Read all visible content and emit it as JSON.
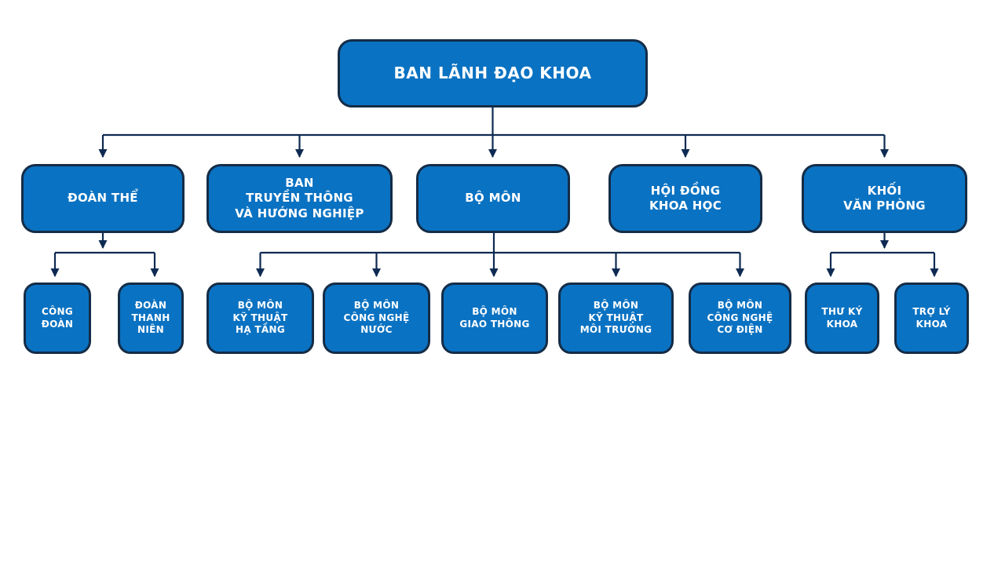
{
  "title": "Faculty organization chart",
  "colors": {
    "box_fill": "#0a72c2",
    "box_border": "#142c47",
    "connector": "#0e2a52",
    "text": "#ffffff",
    "background": "#ffffff"
  },
  "nodes": {
    "root": {
      "label": "BAN LÃNH ĐẠO KHOA"
    },
    "doan_the": {
      "label": "ĐOÀN THỂ",
      "lines": [
        "ĐOÀN THỂ"
      ]
    },
    "ban_truyen_thong": {
      "label": "BAN TRUYỀN THÔNG VÀ HƯỚNG NGHIỆP",
      "lines": [
        "BAN",
        "TRUYỀN THÔNG",
        "VÀ HƯỚNG NGHIỆP"
      ]
    },
    "bo_mon": {
      "label": "BỘ MÔN",
      "lines": [
        "BỘ MÔN"
      ]
    },
    "hoi_dong_khoa_hoc": {
      "label": "HỘI ĐỒNG KHOA HỌC",
      "lines": [
        "HỘI ĐỒNG",
        "KHOA HỌC"
      ]
    },
    "khoi_van_phong": {
      "label": "KHỐI VĂN PHÒNG",
      "lines": [
        "KHỐI",
        "VĂN PHÒNG"
      ]
    },
    "cong_doan": {
      "label": "CÔNG ĐOÀN",
      "lines": [
        "CÔNG",
        "ĐOÀN"
      ]
    },
    "doan_thanh_nien": {
      "label": "ĐOÀN THANH NIÊN",
      "lines": [
        "ĐOÀN",
        "THANH",
        "NIÊN"
      ]
    },
    "bm_ky_thuat_ha_tang": {
      "label": "BỘ MÔN KỸ THUẬT HẠ TẦNG",
      "lines": [
        "BỘ MÔN",
        "KỸ THUẬT",
        "HẠ TẦNG"
      ]
    },
    "bm_cong_nghe_nuoc": {
      "label": "BỘ MÔN CÔNG NGHỆ NƯỚC",
      "lines": [
        "BỘ MÔN",
        "CÔNG NGHỆ",
        "NƯỚC"
      ]
    },
    "bm_giao_thong": {
      "label": "BỘ MÔN GIAO THÔNG",
      "lines": [
        "BỘ MÔN",
        "GIAO THÔNG"
      ]
    },
    "bm_ky_thuat_moi_truong": {
      "label": "BỘ MÔN KỸ THUẬT MÔI TRƯỜNG",
      "lines": [
        "BỘ MÔN",
        "KỸ THUẬT",
        "MÔI TRƯỜNG"
      ]
    },
    "bm_cong_nghe_co_dien": {
      "label": "BỘ MÔN CÔNG NGHỆ CƠ ĐIỆN",
      "lines": [
        "BỘ MÔN",
        "CÔNG NGHỆ",
        "CƠ ĐIỆN"
      ]
    },
    "thu_ky_khoa": {
      "label": "THƯ KÝ KHOA",
      "lines": [
        "THƯ KÝ",
        "KHOA"
      ]
    },
    "tro_ly_khoa": {
      "label": "TRỢ LÝ KHOA",
      "lines": [
        "TRỢ LÝ",
        "KHOA"
      ]
    }
  },
  "hierarchy": {
    "root": "BAN LÃNH ĐẠO KHOA",
    "children_of_root": [
      "ĐOÀN THỂ",
      "BAN TRUYỀN THÔNG VÀ HƯỚNG NGHIỆP",
      "BỘ MÔN",
      "HỘI ĐỒNG KHOA HỌC",
      "KHỐI VĂN PHÒNG"
    ],
    "children_of_doan_the": [
      "CÔNG ĐOÀN",
      "ĐOÀN THANH NIÊN"
    ],
    "children_of_bo_mon": [
      "BỘ MÔN KỸ THUẬT HẠ TẦNG",
      "BỘ MÔN CÔNG NGHỆ NƯỚC",
      "BỘ MÔN GIAO THÔNG",
      "BỘ MÔN KỸ THUẬT MÔI TRƯỜNG",
      "BỘ MÔN CÔNG NGHỆ CƠ ĐIỆN"
    ],
    "children_of_khoi_van_phong": [
      "THƯ KÝ KHOA",
      "TRỢ LÝ KHOA"
    ]
  }
}
